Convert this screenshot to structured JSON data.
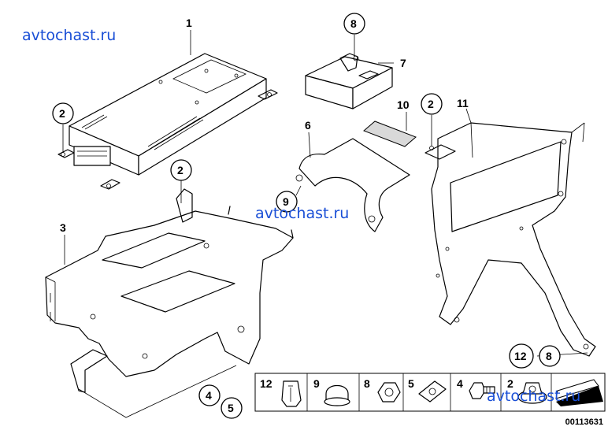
{
  "watermarks": [
    "avtochast.ru",
    "avtochast.ru",
    "avtochast.ru"
  ],
  "callouts": {
    "p1": "1",
    "p2a": "2",
    "p2b": "2",
    "p2c": "2",
    "p3": "3",
    "p4": "4",
    "p5": "5",
    "p6": "6",
    "p7": "7",
    "p8": "8",
    "p9": "9",
    "p10": "10",
    "p11": "11",
    "p12": "12",
    "p8b": "8"
  },
  "legend": {
    "items": [
      {
        "num": "12",
        "icon": "clip-nut-icon"
      },
      {
        "num": "9",
        "icon": "dome-nut-icon"
      },
      {
        "num": "8",
        "icon": "hex-nut-icon"
      },
      {
        "num": "5",
        "icon": "spring-nut-icon"
      },
      {
        "num": "4",
        "icon": "hex-bolt-icon"
      },
      {
        "num": "2",
        "icon": "flange-nut-icon"
      }
    ]
  },
  "doc_number": "00113631"
}
